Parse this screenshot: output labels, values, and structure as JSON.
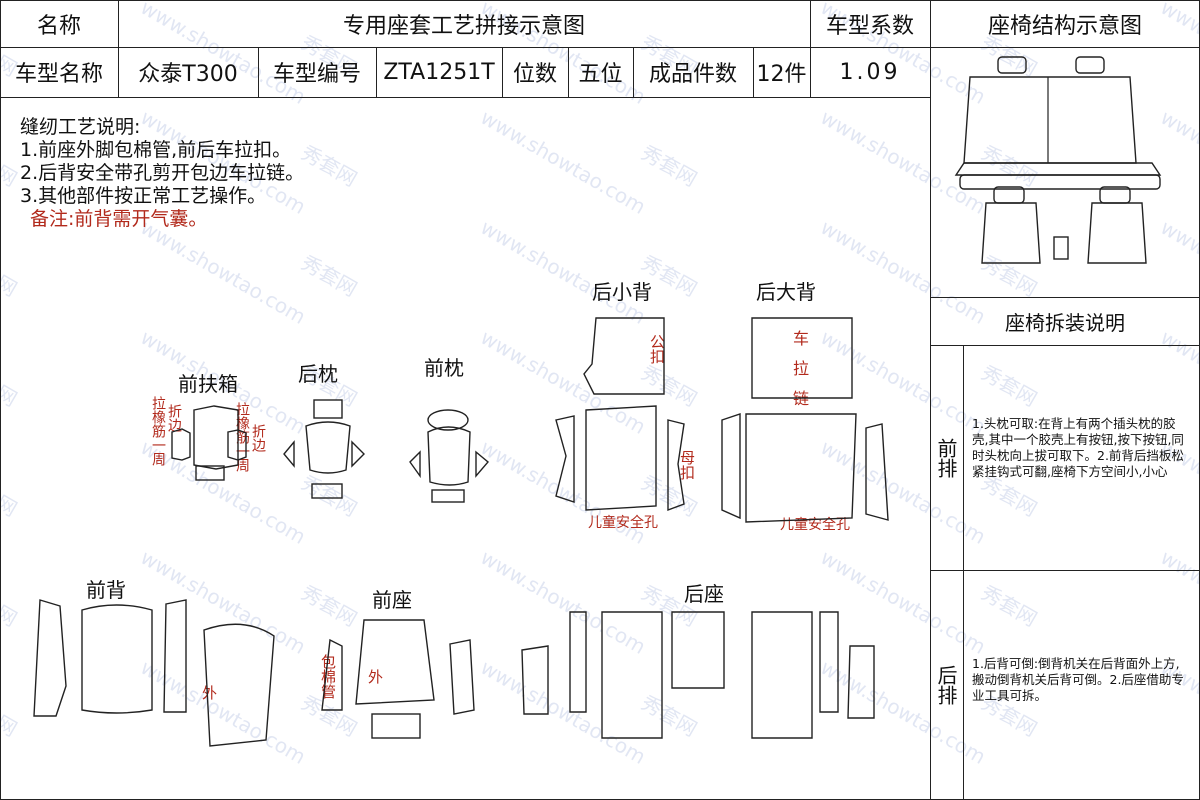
{
  "header": {
    "name_label": "名称",
    "title": "专用座套工艺拼接示意图",
    "coef_label": "车型系数",
    "struct_title": "座椅结构示意图"
  },
  "row2": {
    "model_name_label": "车型名称",
    "model_name": "众泰T300",
    "model_code_label": "车型编号",
    "model_code": "ZTA1251T",
    "seats_label": "位数",
    "seats": "五位",
    "pieces_label": "成品件数",
    "pieces": "12件",
    "coef": "1.09"
  },
  "notes": {
    "heading": "缝纫工艺说明:",
    "items": [
      "1.前座外脚包棉管,前后车拉扣。",
      "2.后背安全带孔剪开包边车拉链。",
      "3.其他部件按正常工艺操作。"
    ],
    "remark": "备注:前背需开气囊。"
  },
  "parts": {
    "front_armrest": "前扶箱",
    "rear_headrest": "后枕",
    "front_headrest": "前枕",
    "rear_small_back": "后小背",
    "rear_large_back": "后大背",
    "front_back": "前背",
    "front_seat": "前座",
    "rear_seat": "后座"
  },
  "annotations": {
    "elastic_left": "拉橡筋一周",
    "fold_left": "折边",
    "elastic_right": "拉橡筋一周",
    "fold_right": "折边",
    "male": "公扣",
    "female": "母扣",
    "zipper": "车拉链",
    "child_hole_1": "儿童安全孔",
    "child_hole_2": "儿童安全孔",
    "outer_1": "外",
    "outer_2": "外",
    "cotton_tube": "包棉管"
  },
  "sidebar": {
    "disassembly_title": "座椅拆装说明",
    "front_row": "前排",
    "front_text": "1.头枕可取:在背上有两个插头枕的胶壳,其中一个胶壳上有按钮,按下按钮,同时头枕向上拔可取下。2.前背后挡板松紧挂钩式可翻,座椅下方空间小,小心",
    "rear_row": "后排",
    "rear_text": "1.后背可倒:倒背机关在后背面外上方,搬动倒背机关后背可倒。2.后座借助专业工具可拆。"
  },
  "watermark": [
    "秀套网",
    "www.showtao.com"
  ],
  "colors": {
    "annotation_red": "#b22a1c",
    "line": "#222222"
  }
}
